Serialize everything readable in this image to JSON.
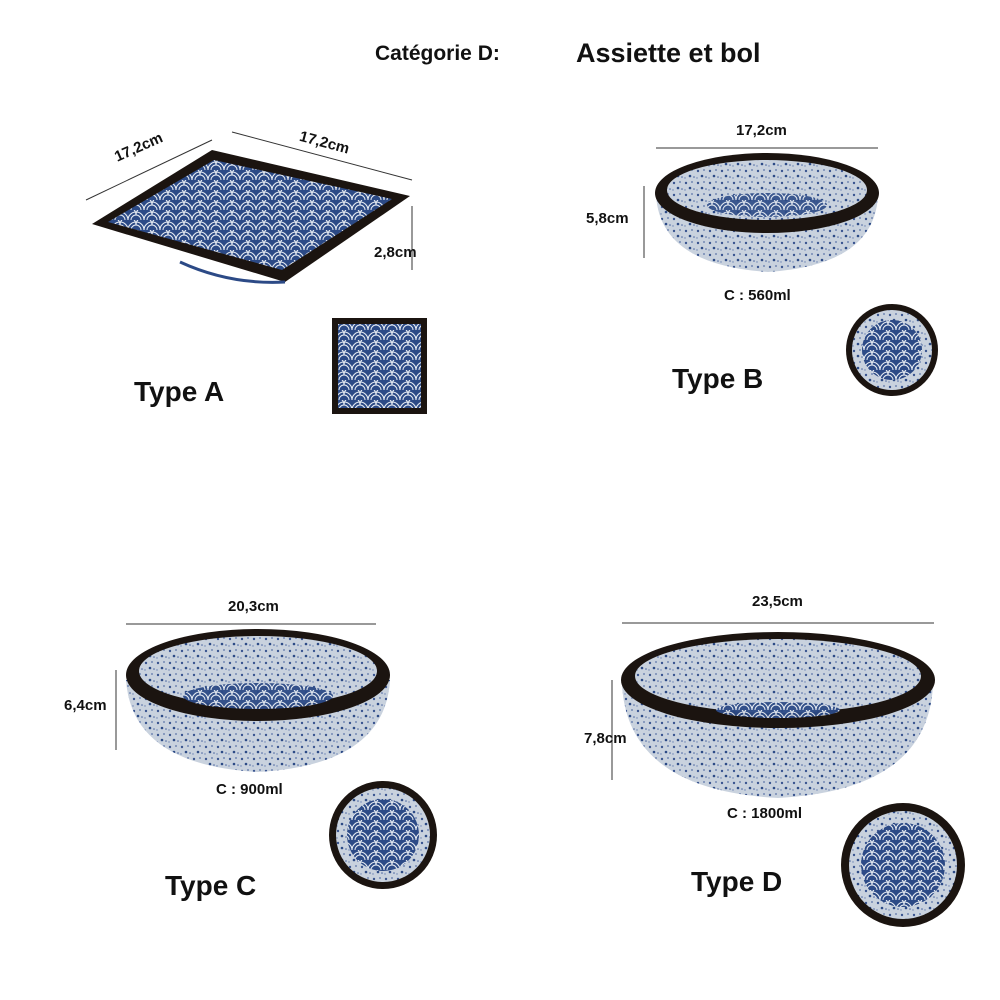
{
  "header": {
    "category": "Catégorie D:",
    "title": "Assiette et bol"
  },
  "colors": {
    "glaze_blue": "#2c4a86",
    "speckle_grey": "#c9d2de",
    "rim_black": "#1b1410",
    "pattern_white": "#e8edf3"
  },
  "products": {
    "type_a": {
      "label": "Type A",
      "width_left": "17,2cm",
      "width_right": "17,2cm",
      "height": "2,8cm"
    },
    "type_b": {
      "label": "Type B",
      "width": "17,2cm",
      "height": "5,8cm",
      "capacity": "C : 560ml"
    },
    "type_c": {
      "label": "Type C",
      "width": "20,3cm",
      "height": "6,4cm",
      "capacity": "C : 900ml"
    },
    "type_d": {
      "label": "Type D",
      "width": "23,5cm",
      "height": "7,8cm",
      "capacity": "C : 1800ml"
    }
  }
}
